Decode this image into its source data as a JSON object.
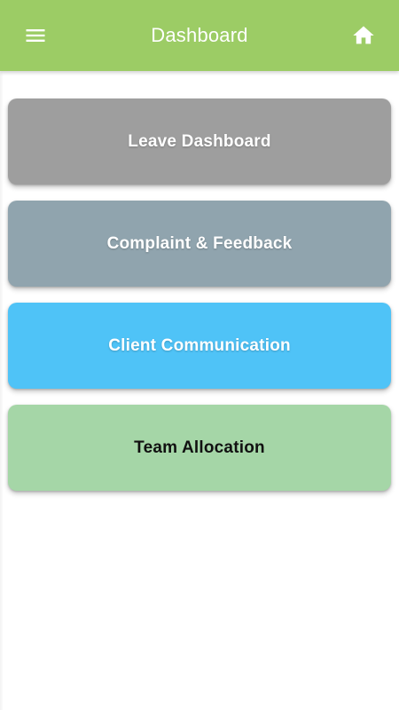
{
  "app_bar": {
    "title": "Dashboard",
    "background": "#9ccc65",
    "left_icon": "menu-icon",
    "right_icon": "home-icon"
  },
  "tiles": [
    {
      "label": "Leave Dashboard",
      "color": "#9e9e9e",
      "text_color": "#ffffff"
    },
    {
      "label": "Complaint & Feedback",
      "color": "#90a4ae",
      "text_color": "#ffffff"
    },
    {
      "label": "Client Communication",
      "color": "#4fc3f7",
      "text_color": "#ffffff"
    },
    {
      "label": "Team Allocation",
      "color": "#a5d6a7",
      "text_color": "#111111"
    }
  ]
}
